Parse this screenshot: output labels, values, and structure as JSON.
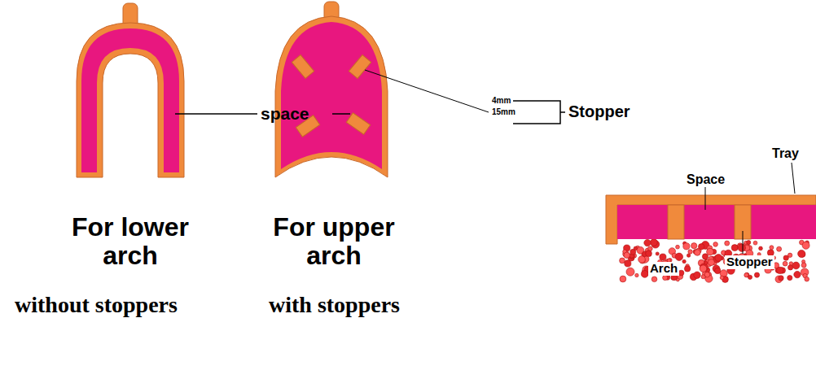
{
  "diagram": {
    "labels": [
      "space",
      "4mm",
      "15mm",
      "Stopper",
      "Tray",
      "Space",
      "Stopper",
      "Arch",
      "For lower arch",
      "without stoppers",
      "For upper arch",
      "with stoppers"
    ]
  }
}
